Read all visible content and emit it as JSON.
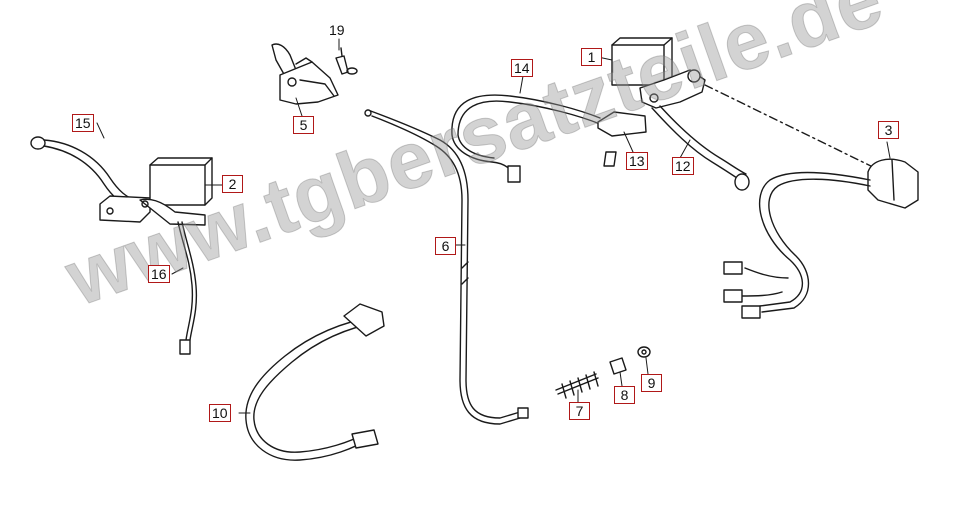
{
  "watermark": "www.tgbersatzteile.de",
  "callouts": {
    "p1": "1",
    "p2": "2",
    "p3": "3",
    "p5": "5",
    "p6": "6",
    "p7": "7",
    "p8": "8",
    "p9": "9",
    "p10": "10",
    "p12": "12",
    "p13": "13",
    "p14": "14",
    "p15": "15",
    "p16": "16",
    "p19": "19"
  },
  "colors": {
    "callout_border": "#b01818",
    "line": "#1a1a1a",
    "watermark": "#969696"
  }
}
